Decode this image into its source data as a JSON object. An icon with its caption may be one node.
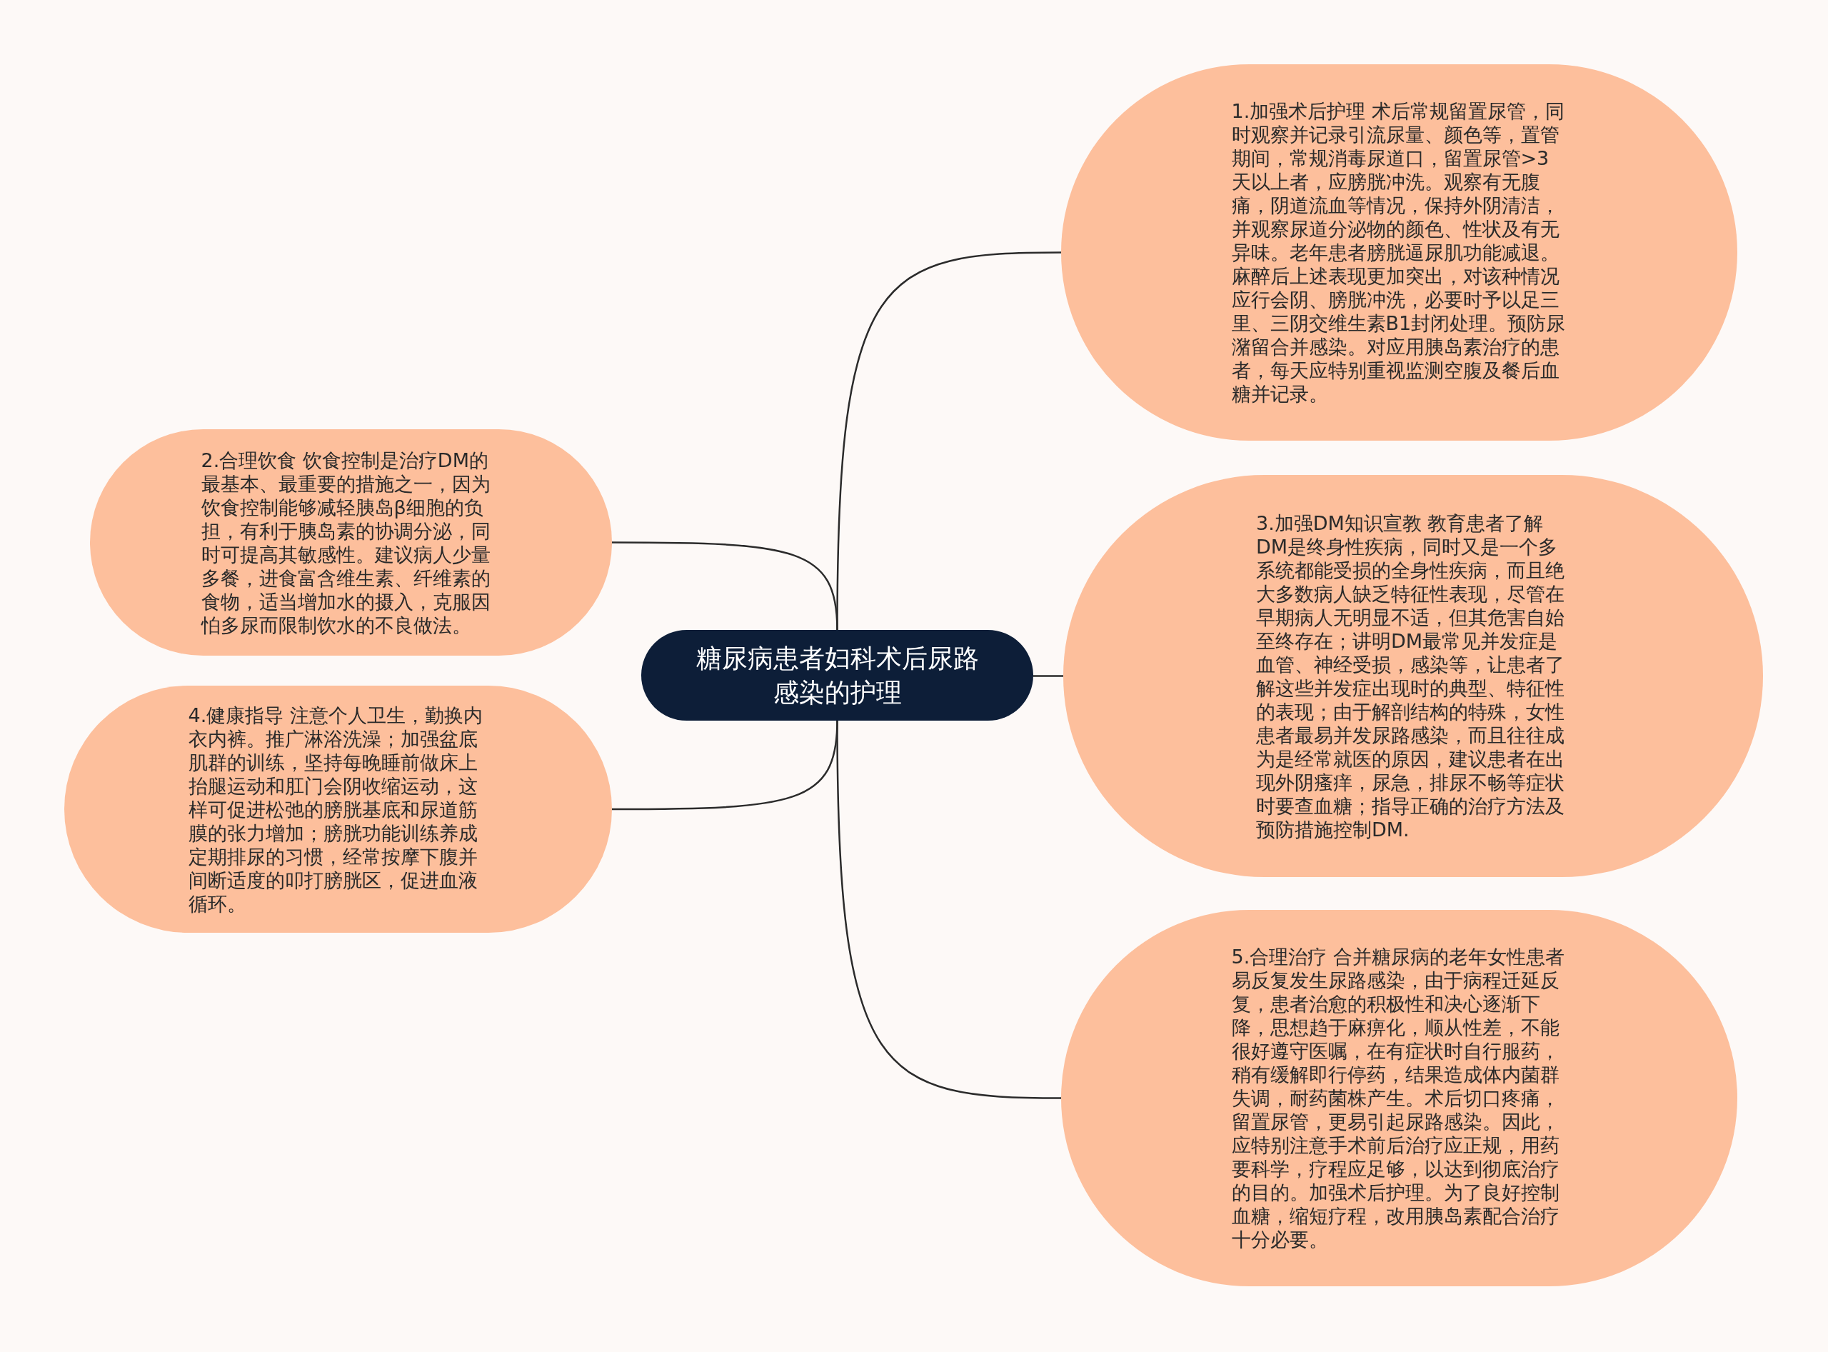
{
  "diagram": {
    "nodes": [
      {
        "text": [
          "糖尿病患者妇科术后尿路感染的护理"
        ]
      },
      {
        "text": [
          "1.加强术后护理 术后常规留置尿管，同时观察并记录引流尿量、颜色等，置管期间，常规消毒尿道口，留置尿管>3天以上者，应膀胱冲洗。观察有无腹痛，阴道流血等情况，保持外阴清洁，并观察尿道分泌物的颜色、性状及有无异味。老年患者膀胱逼尿肌功能减退。麻醉后上述表现更加突出，对该种情况应行会阴、膀胱冲洗，必要时予以足三里、三阴交维生素B1封闭处理。预防尿潴留合并感染。对应用胰岛素治疗的患者，每天应特别重视监测空腹及餐后血糖并记录。"
        ]
      },
      {
        "text": [
          "2.合理饮食 饮食控制是治疗DM的最基本、最重要的措施之一，因为饮食控制能够减轻胰岛β细胞的负担，有利于胰岛素的协调分泌，同时可提高其敏感性。建议病人少量多餐，进食富含维生素、纤维素的食物，适当增加水的摄入，克服因怕多尿而限制饮水的不良做法。"
        ]
      },
      {
        "text": [
          "3.加强DM知识宣教 教育患者了解DM是终身性疾病，同时又是一个多系统都能受损的全身性疾病，而且绝大多数病人缺乏特征性表现，尽管在早期病人无明显不适，但其危害自始至终存在；讲明DM最常见并发症是血管、神经受损，感染等，让患者了解这些并发症出现时的典型、特征性的表现；由于解剖结构的特殊，女性患者最易并发尿路感染，而且往往成为是经常就医的原因，建议患者在出现外阴瘙痒，尿急，排尿不畅等症状时要查血糖；指导正确的治疗方法及预防措施控制DM."
        ]
      },
      {
        "text": [
          "4.健康指导 注意个人卫生，勤换内衣内裤。推广淋浴洗澡；加强盆底肌群的训练，坚持每晚睡前做床上抬腿运动和肛门会阴收缩运动，这样可促进松弛的膀胱基底和尿道筋膜的张力增加；膀胱功能训练养成定期排尿的习惯，经常按摩下腹并间断适度的叩打膀胱区，促进血液循环。"
        ]
      },
      {
        "text": [
          "5.合理治疗 合并糖尿病的老年女性患者易反复发生尿路感染，由于病程迁延反复，患者治愈的积极性和决心逐渐下降，思想趋于麻痹化，顺从性差，不能很好遵守医嘱，在有症状时自行服药，稍有缓解即行停药，结果造成体内菌群失调，耐药菌株产生。术后切口疼痛，留置尿管，更易引起尿路感染。因此，应特别注意手术前后治疗应正规，用药要科学，疗程应足够，以达到彻底治疗的目的。加强术后护理。为了良好控制血糖，缩短疗程，改用胰岛素配合治疗十分必要。"
        ]
      }
    ],
    "edges": [
      {
        "from": 0,
        "to": 1,
        "arrow": "none"
      },
      {
        "from": 0,
        "to": 2,
        "arrow": "none"
      },
      {
        "from": 0,
        "to": 3,
        "arrow": "none"
      },
      {
        "from": 0,
        "to": 4,
        "arrow": "none"
      },
      {
        "from": 0,
        "to": 5,
        "arrow": "none"
      }
    ]
  }
}
